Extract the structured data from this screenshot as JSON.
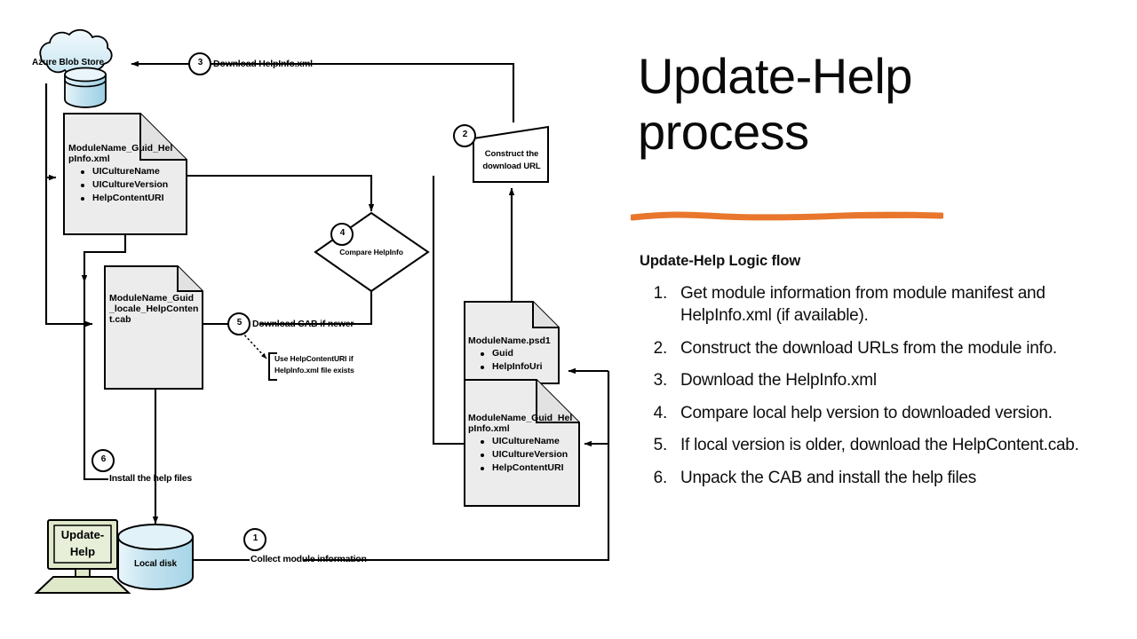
{
  "slide": {
    "title": "Update-Help process",
    "title_line1": "Update-Help",
    "title_line2": "process",
    "subtitle": "Update-Help Logic flow",
    "accent_color": "#E8762C",
    "steps": [
      {
        "num": "1.",
        "text": "Get module information from module manifest and HelpInfo.xml (if available)."
      },
      {
        "num": "2.",
        "text": "Construct the download URLs from the module info."
      },
      {
        "num": "3.",
        "text": "Download the HelpInfo.xml"
      },
      {
        "num": "4.",
        "text": "Compare local help version to downloaded version."
      },
      {
        "num": "5.",
        "text": "If local version is older, download the HelpContent.cab."
      },
      {
        "num": "6.",
        "text": "Unpack the CAB and install the help files"
      }
    ]
  },
  "diagram": {
    "cloud": {
      "label": "Azure Blob Store",
      "fill": "#dceef5"
    },
    "disk": {
      "label": "Local disk",
      "fill": "#c9e4f0"
    },
    "computer": {
      "label_line1": "Update-",
      "label_line2": "Help",
      "fill": "#dfe8c9"
    },
    "docs": {
      "helpinfo_remote": {
        "title_line1": "ModuleName_Guid_Hel",
        "title_line2": "pInfo.xml",
        "items": [
          "UICultureName",
          "UICultureVersion",
          "HelpContentURI"
        ]
      },
      "cab": {
        "title_line1": "ModuleName_Guid",
        "title_line2": "_locale_HelpConten",
        "title_line3": "t.cab"
      },
      "psd1": {
        "title": "ModuleName.psd1",
        "items": [
          "Guid",
          "HelpInfoUri"
        ]
      },
      "helpinfo_local": {
        "title_line1": "ModuleName_Guid_Hel",
        "title_line2": "pInfo.xml",
        "items": [
          "UICultureName",
          "UICultureVersion",
          "HelpContentURI"
        ]
      }
    },
    "process": {
      "line1": "Construct the",
      "line2": "download URL"
    },
    "decision": {
      "label": "Compare HelpInfo"
    },
    "callout": {
      "line1": "Use HelpContentURI if",
      "line2": "HelpInfo.xml file exists"
    },
    "steps": [
      {
        "badge": "1",
        "label": "Collect module information"
      },
      {
        "badge": "2",
        "label": ""
      },
      {
        "badge": "3",
        "label": "Download HelpInfo.xml"
      },
      {
        "badge": "4",
        "label": ""
      },
      {
        "badge": "5",
        "label": "Download CAB if newer"
      },
      {
        "badge": "6",
        "label": "Install the help files"
      }
    ],
    "badge_1": "1",
    "badge_2": "2",
    "badge_3": "3",
    "badge_4": "4",
    "badge_5": "5",
    "badge_6": "6",
    "edge_1_label": "Collect module information",
    "edge_3_label": "Download HelpInfo.xml",
    "edge_5_label": "Download CAB if newer",
    "edge_6_label": "Install the help files"
  }
}
